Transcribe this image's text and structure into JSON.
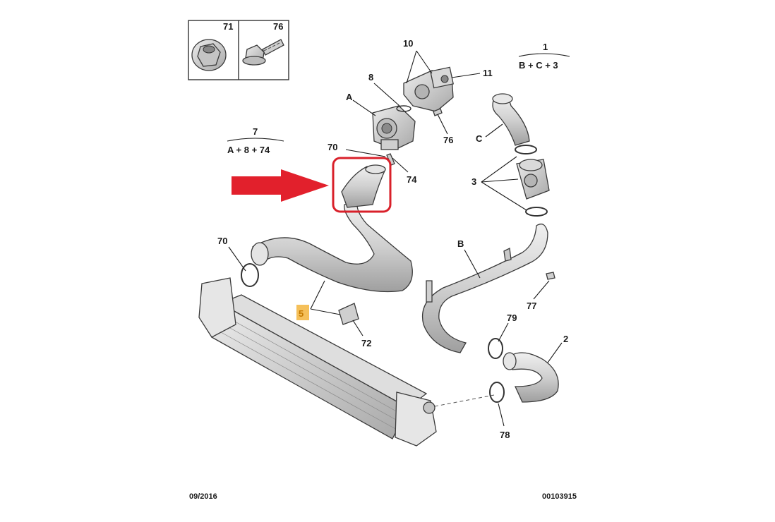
{
  "hardware": {
    "box_71_label": "71",
    "box_76_label": "76"
  },
  "callouts": {
    "c10": "10",
    "c11": "11",
    "c8": "8",
    "cA": "A",
    "c76": "76",
    "c1": "1",
    "c1_formula": "B + C + 3",
    "cC": "C",
    "c7": "7",
    "c7_formula": "A + 8 + 74",
    "c70_top": "70",
    "c74": "74",
    "c3": "3",
    "c70_left": "70",
    "cB": "B",
    "c5": "5",
    "c72": "72",
    "c77": "77",
    "c79": "79",
    "c2": "2",
    "c78": "78"
  },
  "footer": {
    "date": "09/2016",
    "reference": "00103915"
  },
  "colors": {
    "highlight_box": "#d9202a",
    "arrow": "#e2202c",
    "part5_badge": "#f5c05a",
    "part_fill": "#d8d8d8",
    "part_shade": "#b9b9b9"
  }
}
